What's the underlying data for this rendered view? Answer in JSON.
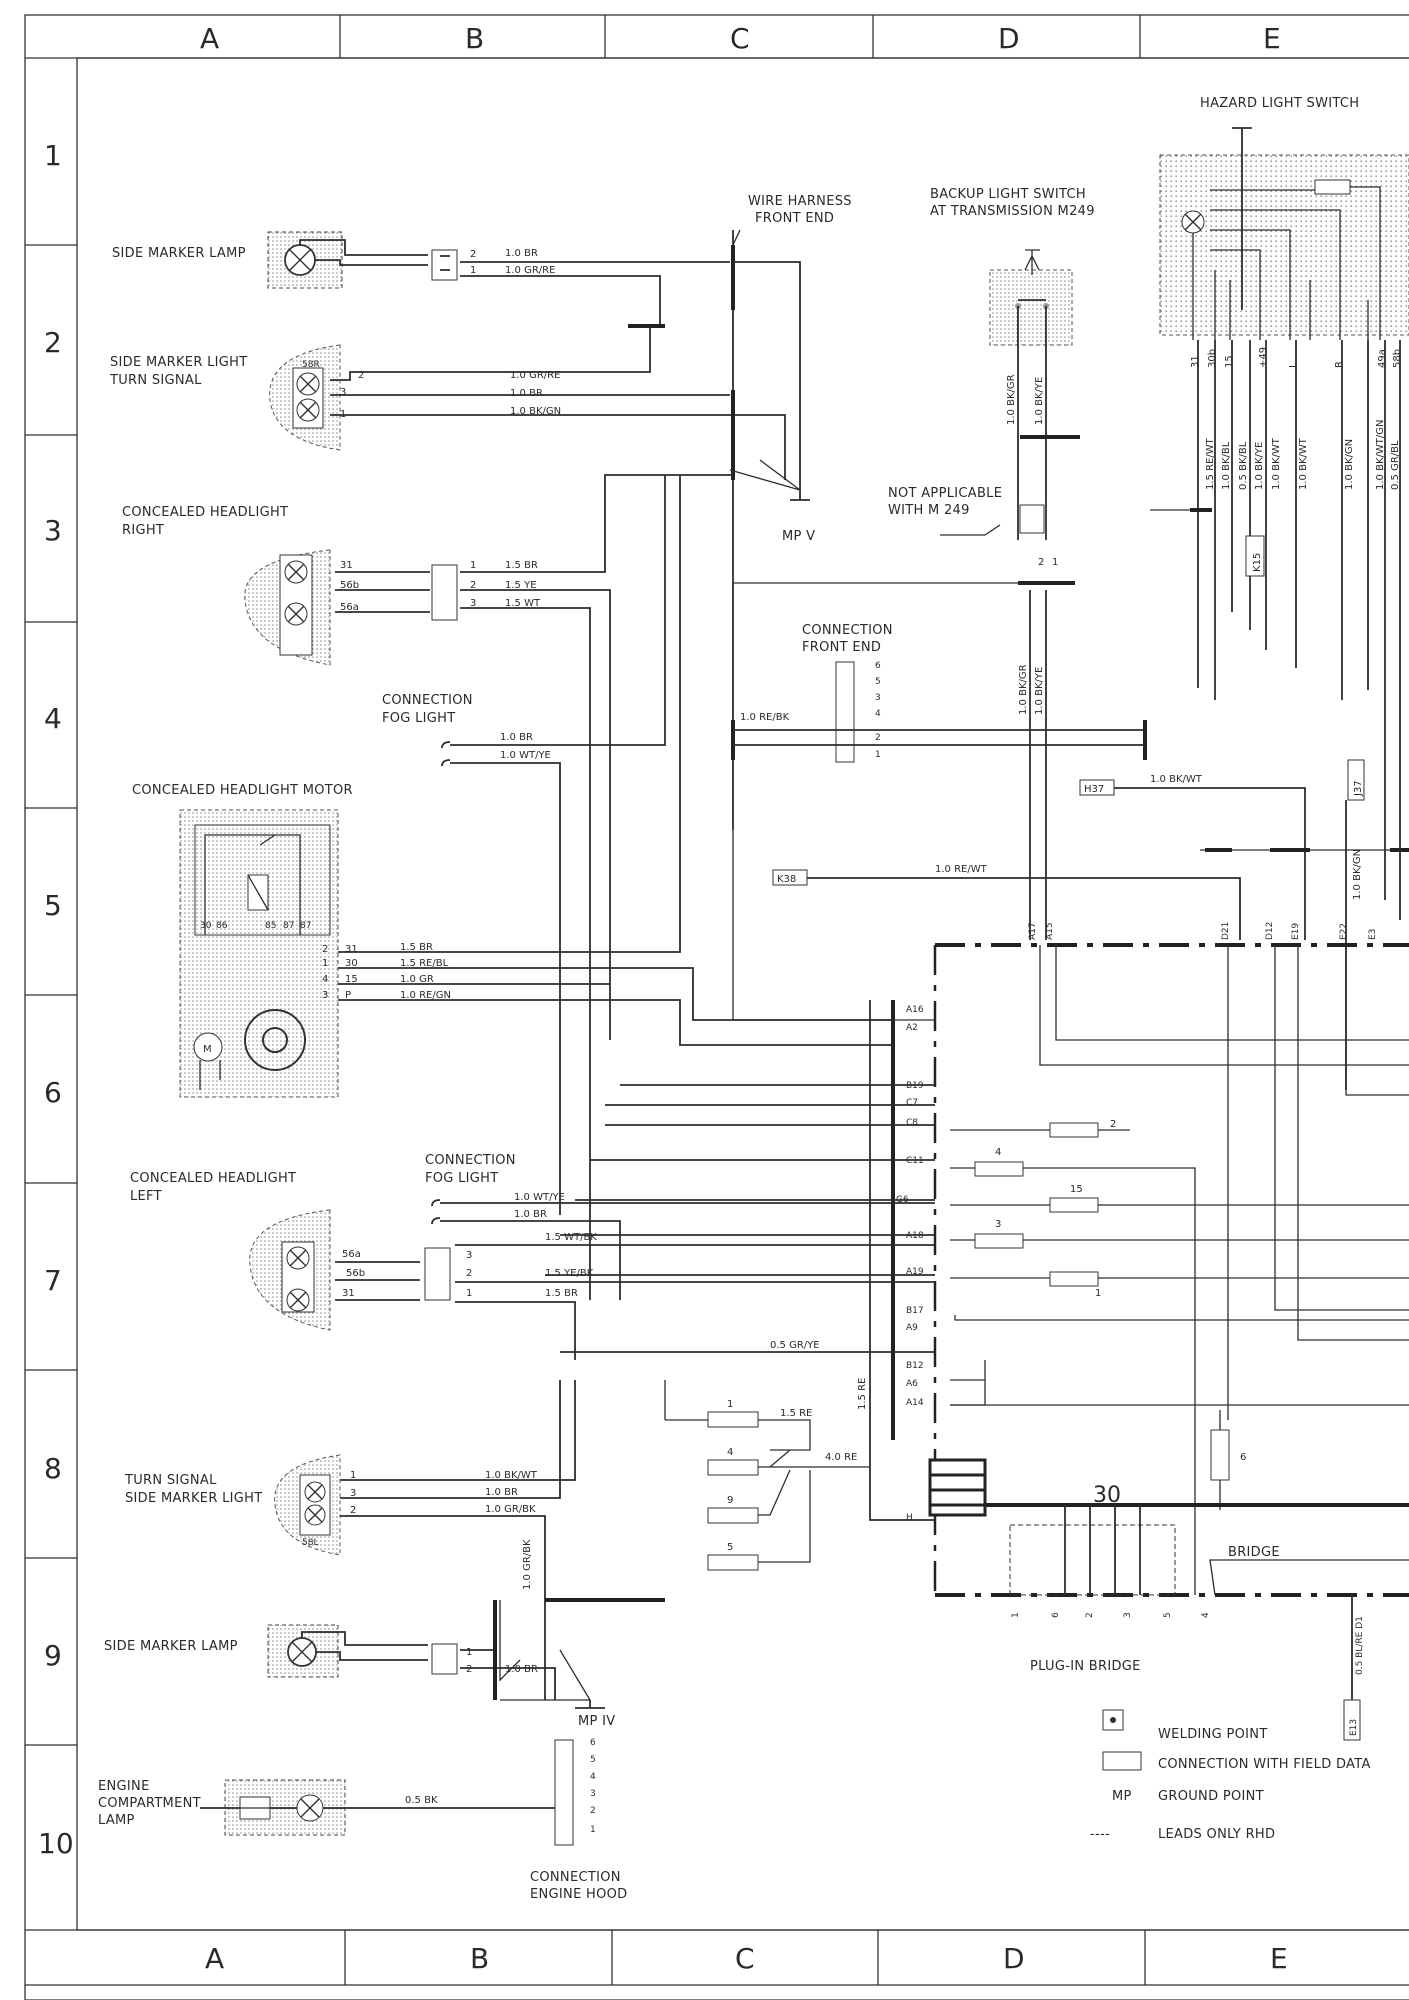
{
  "columns": [
    "A",
    "B",
    "C",
    "D",
    "E"
  ],
  "rows": [
    "1",
    "2",
    "3",
    "4",
    "5",
    "6",
    "7",
    "8",
    "9",
    "10"
  ],
  "components": {
    "side_marker_lamp_top": "SIDE MARKER LAMP",
    "side_marker_turn_1": "SIDE MARKER LIGHT",
    "side_marker_turn_2": "TURN SIGNAL",
    "headlight_right_1": "CONCEALED HEADLIGHT",
    "headlight_right_2": "RIGHT",
    "fog_top_1": "CONNECTION",
    "fog_top_2": "FOG LIGHT",
    "headlight_motor": "CONCEALED HEADLIGHT MOTOR",
    "headlight_left_1": "CONCEALED HEADLIGHT",
    "headlight_left_2": "LEFT",
    "fog_bottom_1": "CONNECTION",
    "fog_bottom_2": "FOG LIGHT",
    "turn_signal_1": "TURN SIGNAL",
    "turn_signal_2": "SIDE MARKER LIGHT",
    "side_marker_lamp_bottom": "SIDE MARKER LAMP",
    "engine_lamp_1": "ENGINE",
    "engine_lamp_2": "COMPARTMENT",
    "engine_lamp_3": "LAMP",
    "engine_hood_1": "CONNECTION",
    "engine_hood_2": "ENGINE HOOD",
    "harness_1": "WIRE HARNESS",
    "harness_2": "FRONT END",
    "backup_1": "BACKUP LIGHT SWITCH",
    "backup_2": "AT TRANSMISSION  M249",
    "not_applicable_1": "NOT APPLICABLE",
    "not_applicable_2": "WITH M 249",
    "front_end_1": "CONNECTION",
    "front_end_2": "FRONT END",
    "hazard": "HAZARD LIGHT SWITCH",
    "mp_v": "MP V",
    "mp_iv": "MP IV",
    "plugin_bridge": "PLUG-IN BRIDGE",
    "bridge": "BRIDGE",
    "bus_30": "30",
    "k15": "K15",
    "k38": "K38",
    "h37": "H37",
    "j37": "J37",
    "e13": "E13"
  },
  "wires": {
    "w1": "1.0 BR",
    "w2": "1.0 GR/RE",
    "w3": "1.0 GR/RE",
    "w4": "1.0 BR",
    "w5": "1.0 BK/GN",
    "w6": "1.5 BR",
    "w7": "1.5 YE",
    "w8": "1.5 WT",
    "w9": "1.0 BR",
    "w10": "1.0 WT/YE",
    "w11": "1.0 RE/BK",
    "w12": "1.5 BR",
    "w13": "1.5 RE/BL",
    "w14": "1.0 GR",
    "w15": "1.0 RE/GN",
    "w16": "1.0 WT/YE",
    "w17": "1.0 BR",
    "w18": "1.5 WT/BK",
    "w19": "1.5 YE/BK",
    "w20": "1.5 BR",
    "w21": "0.5 GR/YE",
    "w22": "1.0 BK/WT",
    "w23": "1.0 BR",
    "w24": "1.0 GR/BK",
    "w25": "1.0 BR",
    "w26": "1.0 GR/BK",
    "w27": "0.5 BK",
    "w28": "1.0 BK/WT",
    "w29": "1.0 RE/WT",
    "w30": "1.5 RE",
    "w31": "4.0 RE",
    "w32": "1.5 RE",
    "w33": "1.0 BK/GR",
    "w34": "1.0 BK/YE",
    "w35": "1.0 BK/GR",
    "w36": "1.0 BK/YE",
    "w37": "1.0 BK/GN",
    "w38": "0.5 BL/RE  D1"
  },
  "hazard_wires": [
    "1.5 RE/WT",
    "1.0 BK/BL",
    "0.5 BK/BL",
    "1.0 BK/YE",
    "1.0 BK/WT",
    "1.0 BK/WT",
    "1.0 BK/GN",
    "1.0 BK/WT/GN",
    "0.5 GR/BL"
  ],
  "hazard_pins": [
    "31",
    "30b",
    "15",
    "+49",
    "L",
    "R",
    "49a",
    "58b"
  ],
  "pins": {
    "smr": [
      "2",
      "1"
    ],
    "sml_int": [
      "2",
      "3",
      "1"
    ],
    "hl_right": [
      "31",
      "56b",
      "56a"
    ],
    "hl_right_conn": [
      "1",
      "2",
      "3"
    ],
    "motor_pins": [
      "2",
      "31",
      "1",
      "30",
      "4",
      "15",
      "3",
      "P"
    ],
    "motor_relay": [
      "30",
      "86",
      "85",
      "87",
      "87"
    ],
    "hl_left": [
      "56a",
      "56b",
      "31"
    ],
    "hl_left_conn": [
      "3",
      "2",
      "1"
    ],
    "ts_pins": [
      "1",
      "3",
      "2"
    ],
    "sml_bottom": [
      "1",
      "2"
    ],
    "front_end_conn": [
      "6",
      "5",
      "3",
      "4",
      "2",
      "1"
    ],
    "hood_conn": [
      "6",
      "5",
      "4",
      "3",
      "2",
      "1"
    ],
    "backup_conn": [
      "2",
      "1"
    ],
    "cb_left": [
      "A16",
      "A2",
      "B19",
      "C7",
      "C8",
      "C11",
      "G6",
      "A18",
      "A19",
      "B17",
      "A9",
      "B12",
      "A6",
      "A14",
      "H"
    ],
    "cb_top": [
      "A17",
      "A15",
      "D21",
      "D12",
      "E19",
      "E22",
      "E3"
    ],
    "plugin_nums": [
      "1",
      "6",
      "2",
      "3",
      "5",
      "4"
    ],
    "fuses": [
      "2",
      "4",
      "15",
      "3",
      "1"
    ],
    "fuse_left": [
      "1",
      "4",
      "9",
      "5"
    ],
    "fuse_6": "6",
    "smr_lamp": "58R",
    "sml_lamp": "58L"
  },
  "legend": {
    "welding": "WELDING POINT",
    "connection": "CONNECTION WITH FIELD DATA",
    "mp_symbol": "MP",
    "ground": "GROUND POINT",
    "dash_symbol": "----",
    "leads": "LEADS ONLY RHD"
  }
}
